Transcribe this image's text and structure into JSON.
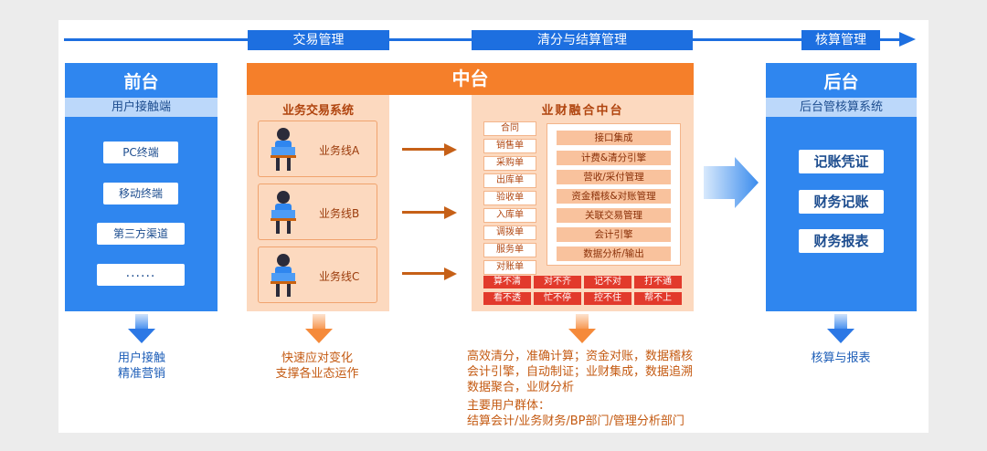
{
  "top_flow": {
    "tag_trade": "交易管理",
    "tag_clearing": "清分与结算管理",
    "tag_accounting": "核算管理"
  },
  "front": {
    "title": "前台",
    "subtitle": "用户接触端",
    "items": [
      "PC终端",
      "移动终端",
      "第三方渠道",
      "......"
    ],
    "caption_line1": "用户接触",
    "caption_line2": "精准营销"
  },
  "middle": {
    "title": "中台",
    "business": {
      "title": "业务交易系统",
      "lines": [
        "业务线A",
        "业务线B",
        "业务线C"
      ],
      "caption_line1": "快速应对变化",
      "caption_line2": "支撑各业态运作"
    },
    "finance": {
      "title": "业财融合中台",
      "documents": [
        "合同",
        "销售单",
        "采购单",
        "出库单",
        "验收单",
        "入库单",
        "调拨单",
        "服务单",
        "对账单"
      ],
      "functions": [
        "接口集成",
        "计费&清分引擎",
        "营收/采付管理",
        "资金稽核&对账管理",
        "关联交易管理",
        "会计引擎",
        "数据分析/输出"
      ],
      "problems": [
        "算不清",
        "对不齐",
        "记不对",
        "打不通",
        "看不透",
        "忙不停",
        "控不住",
        "帮不上"
      ],
      "caption_lines": [
        "高效清分，准确计算；资金对账，数据稽核",
        "会计引擎，自动制证；业财集成，数据追溯",
        "数据聚合，业财分析",
        "主要用户群体：",
        "结算会计/业务财务/BP部门/管理分析部门"
      ]
    }
  },
  "back": {
    "title": "后台",
    "subtitle": "后台管核算系统",
    "items": [
      "记账凭证",
      "财务记账",
      "财务报表"
    ],
    "caption": "核算与报表"
  }
}
